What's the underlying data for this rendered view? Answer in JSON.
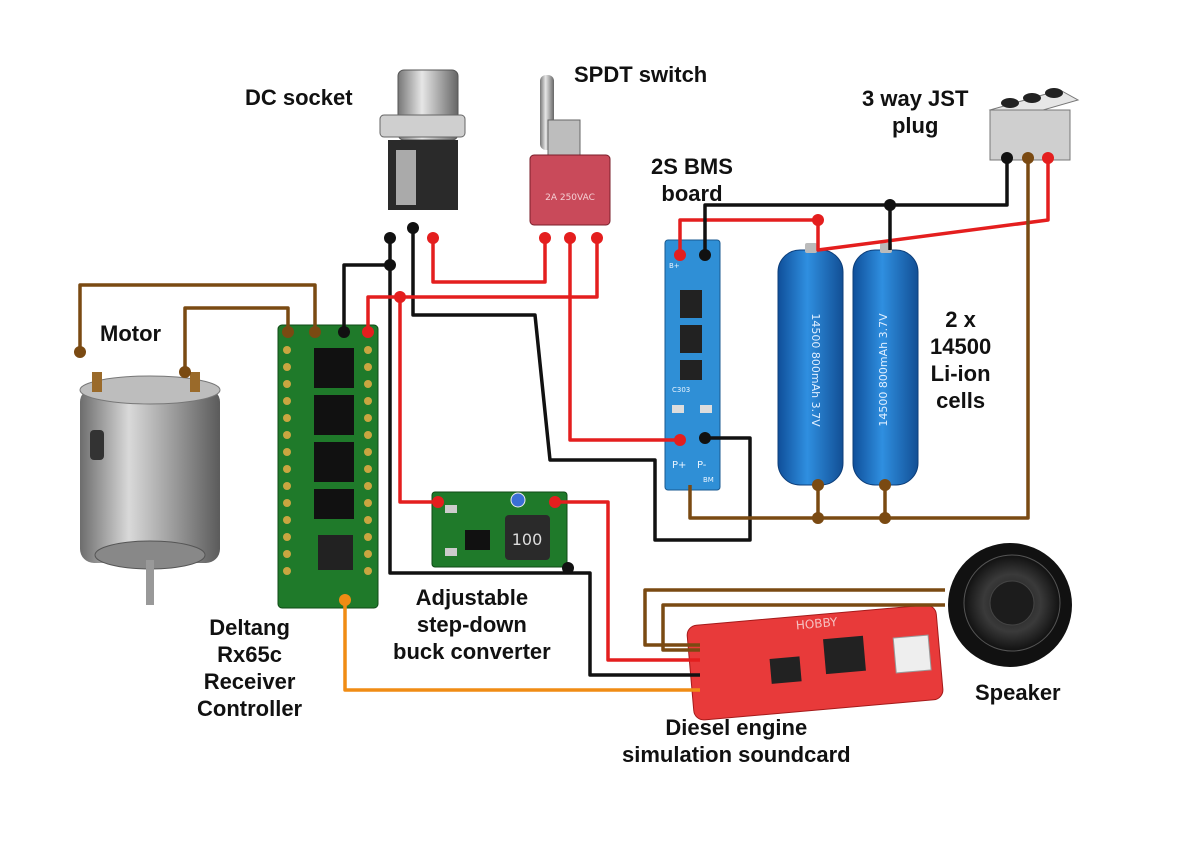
{
  "labels": {
    "dc_socket": "DC socket",
    "spdt_switch": "SPDT switch",
    "jst_line1": "3 way JST",
    "jst_line2": "plug",
    "bms_line1": "2S BMS",
    "bms_line2": "board",
    "motor": "Motor",
    "cells_line1": "2 x",
    "cells_line2": "14500",
    "cells_line3": "Li-ion",
    "cells_line4": "cells",
    "buck_line1": "Adjustable",
    "buck_line2": "step-down",
    "buck_line3": "buck converter",
    "receiver_line1": "Deltang",
    "receiver_line2": "Rx65c",
    "receiver_line3": "Receiver",
    "receiver_line4": "Controller",
    "speaker": "Speaker",
    "soundcard_line1": "Diesel engine",
    "soundcard_line2": "simulation soundcard"
  },
  "component_markings": {
    "inductor": "100",
    "bms_pplus": "P+",
    "bms_pminus": "P-",
    "bms_bplus": "B+",
    "bms_bm": "BM",
    "bms_c303": "C303",
    "cell_print": "14500 800mAh 3.7V",
    "switch_print": "2A 250VAC",
    "soundcard_print": "HOBBY"
  },
  "colors": {
    "wire_red": "#e41e1e",
    "wire_black": "#111111",
    "wire_brown": "#7a4a12",
    "wire_orange": "#f08c14",
    "pcb_green": "#1f7a2a",
    "bms_blue": "#2f8fd6",
    "cell_blue": "#1e73c8",
    "soundcard_red": "#e83a3a"
  }
}
